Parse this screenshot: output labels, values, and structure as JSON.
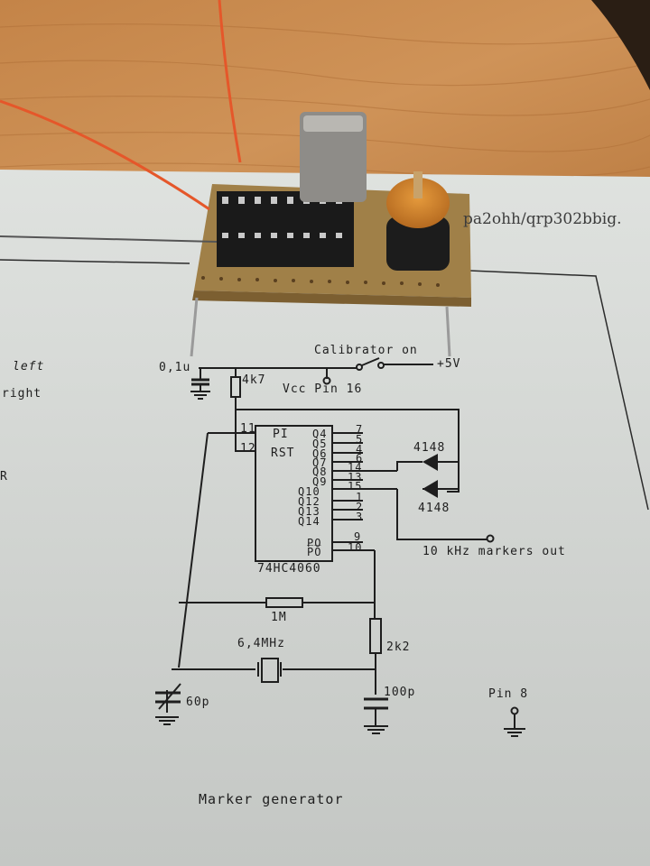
{
  "photo": {
    "subject": "Perfboard circuit (DIP-16 socket, crystal, trimmer capacitor) placed on a printed schematic",
    "colors": {
      "table_wood": "#c9894f",
      "paper": "#d3d6d3",
      "wire": "#e5572a",
      "pcb": "#a08048",
      "ink": "#1e1e1e"
    }
  },
  "printed_url": "pa2ohh/qrp302bbig.",
  "side_labels": [
    "left",
    "right",
    "R"
  ],
  "schematic": {
    "title": "Marker generator",
    "switch_label": "Calibrator on",
    "supply_label": "+5V",
    "vcc_label": "Vcc Pin 16",
    "gnd_label": "Pin 8",
    "output_label": "10 kHz markers out",
    "ic_part": "74HC4060",
    "ic_left_pins": [
      {
        "num": "11",
        "name": "PI"
      },
      {
        "num": "12",
        "name": "RST"
      }
    ],
    "ic_right_pins": [
      {
        "name": "Q4",
        "num": "7"
      },
      {
        "name": "Q5",
        "num": "5"
      },
      {
        "name": "Q6",
        "num": "4"
      },
      {
        "name": "Q7",
        "num": "6"
      },
      {
        "name": "Q8",
        "num": "14"
      },
      {
        "name": "Q9",
        "num": "13"
      },
      {
        "name": "Q10",
        "num": "15"
      },
      {
        "name": "Q12",
        "num": "1"
      },
      {
        "name": "Q13",
        "num": "2"
      },
      {
        "name": "Q14",
        "num": "3"
      },
      {
        "name": "PO",
        "num": "9"
      },
      {
        "name": "P̅O̅",
        "num": "10"
      }
    ],
    "components": {
      "c_decouple": "0,1u",
      "r_reset": "4k7",
      "diode_1": "4148",
      "diode_2": "4148",
      "r_feedback": "1M",
      "crystal": "6,4MHz",
      "r_series": "2k2",
      "c_trimmer": "60p",
      "c_load": "100p"
    }
  }
}
